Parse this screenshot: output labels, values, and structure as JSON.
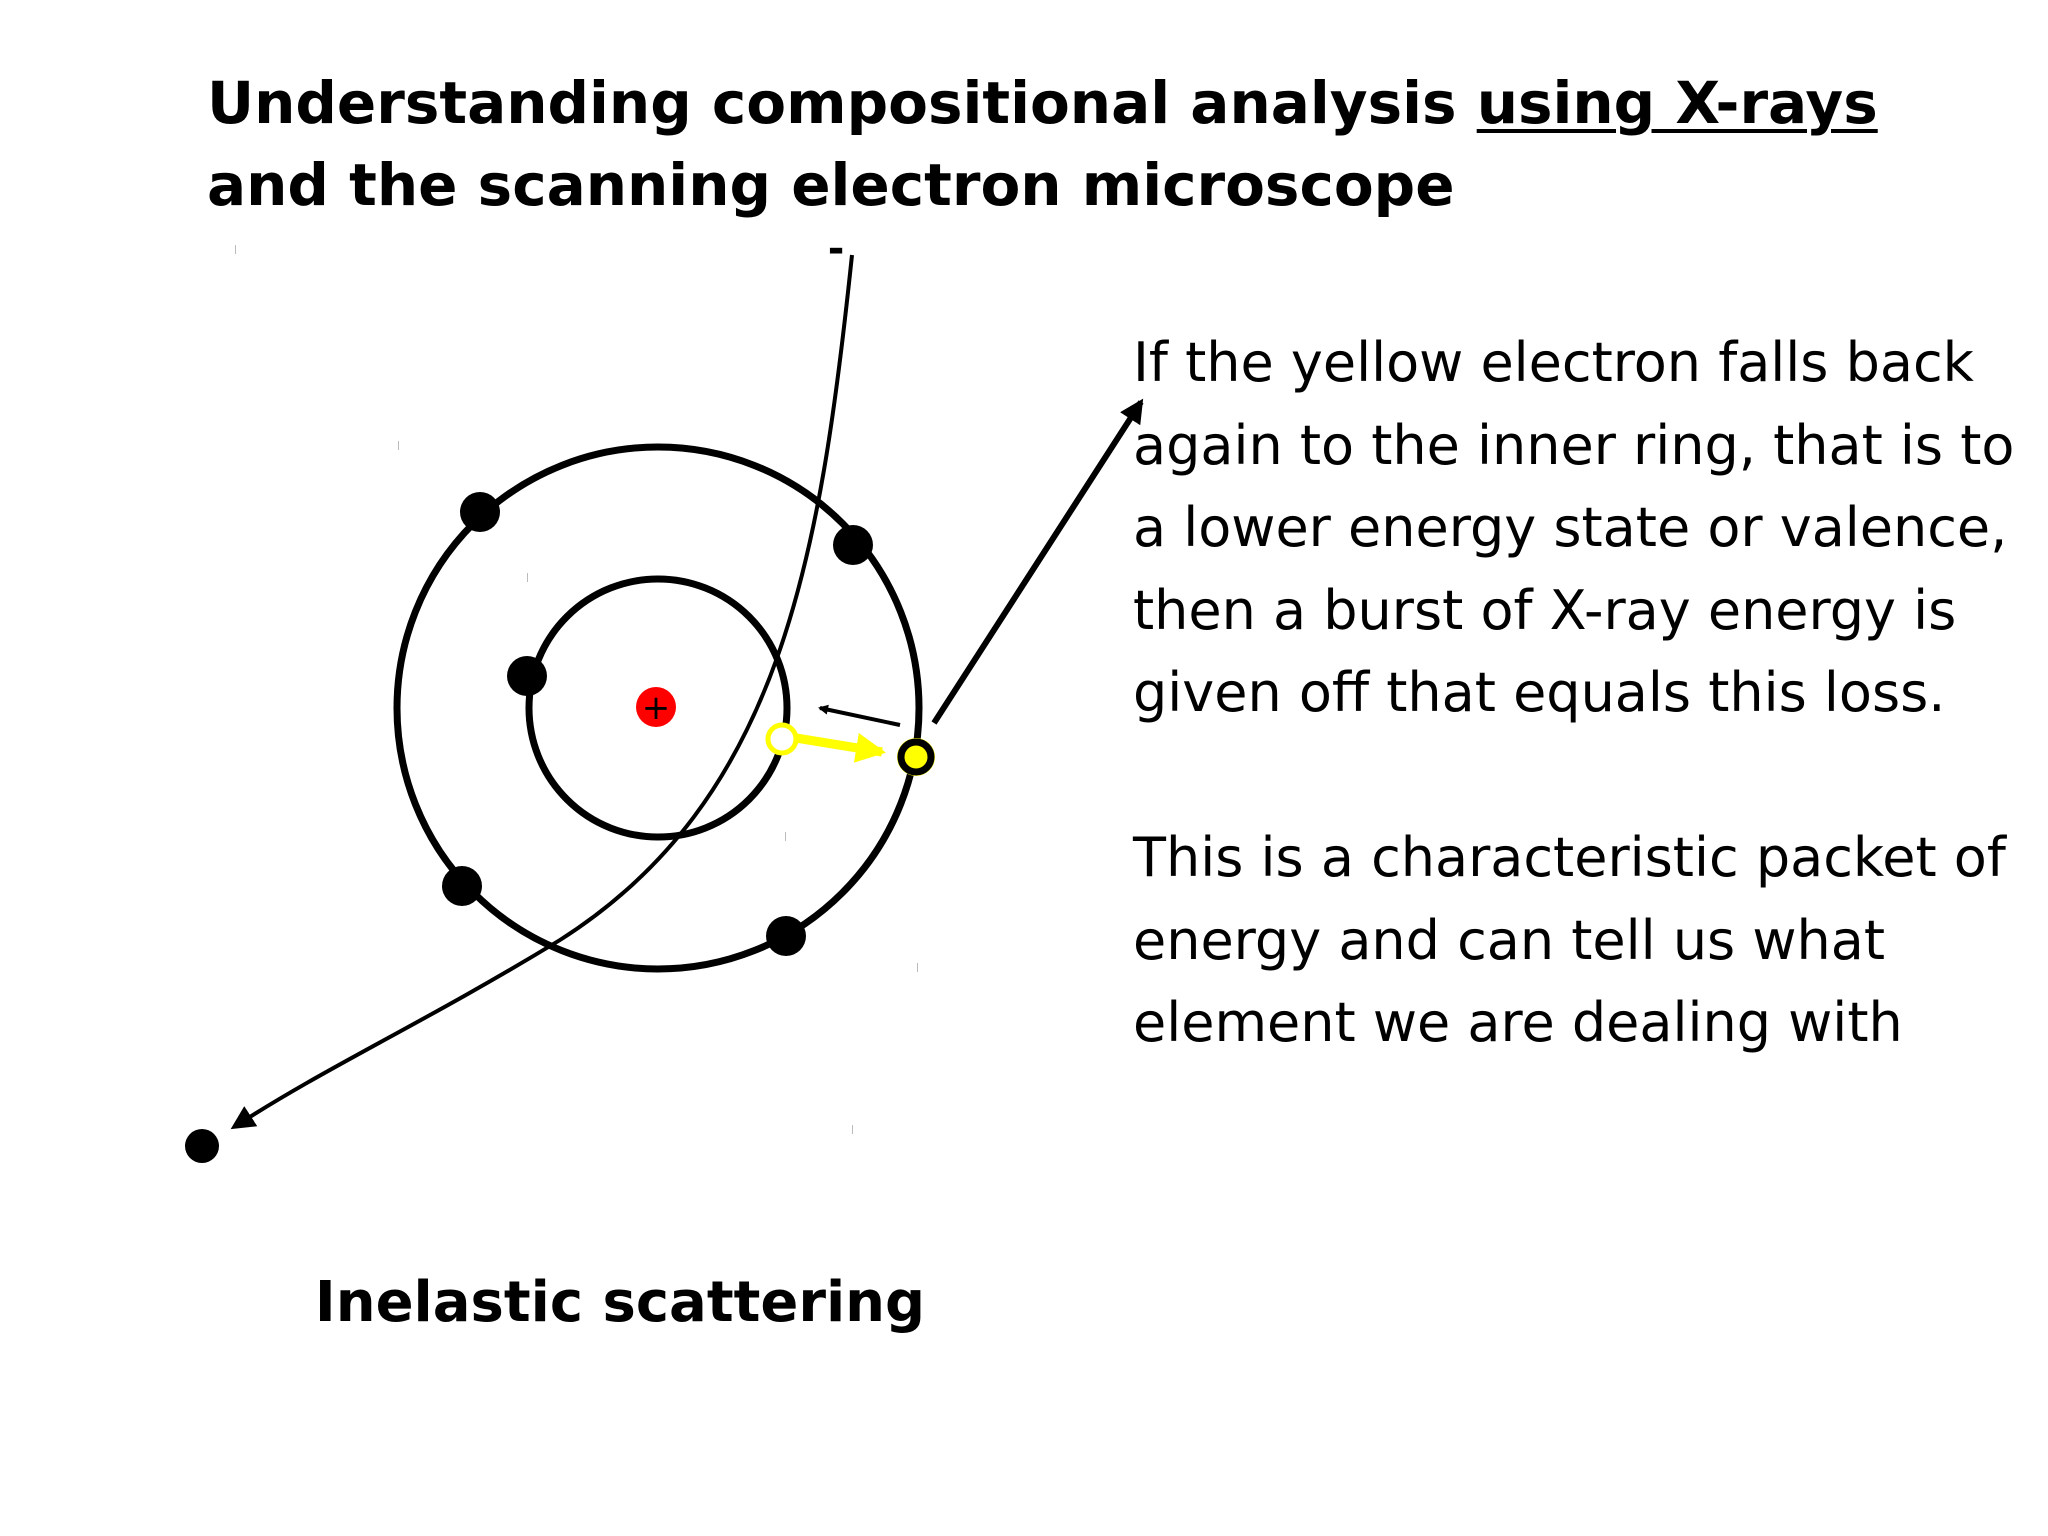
{
  "title": {
    "part1": "Understanding compositional analysis ",
    "underlined": "using X-rays",
    "part2": " and the scanning electron microscope"
  },
  "diagram": {
    "incident_electron_label": "-",
    "nucleus_label": "+",
    "colors": {
      "nucleus": "#ff0000",
      "excited_electron": "#ffff00",
      "electron": "#000000",
      "lines": "#000000"
    }
  },
  "caption": "Inelastic scattering",
  "explanation": {
    "paragraph1": "If the yellow electron falls back again to the inner ring, that is to a lower energy state or valence, then a burst of X-ray energy is given off that equals this loss.",
    "paragraph2": "This is a characteristic packet of energy and can tell us what element we are dealing with"
  }
}
